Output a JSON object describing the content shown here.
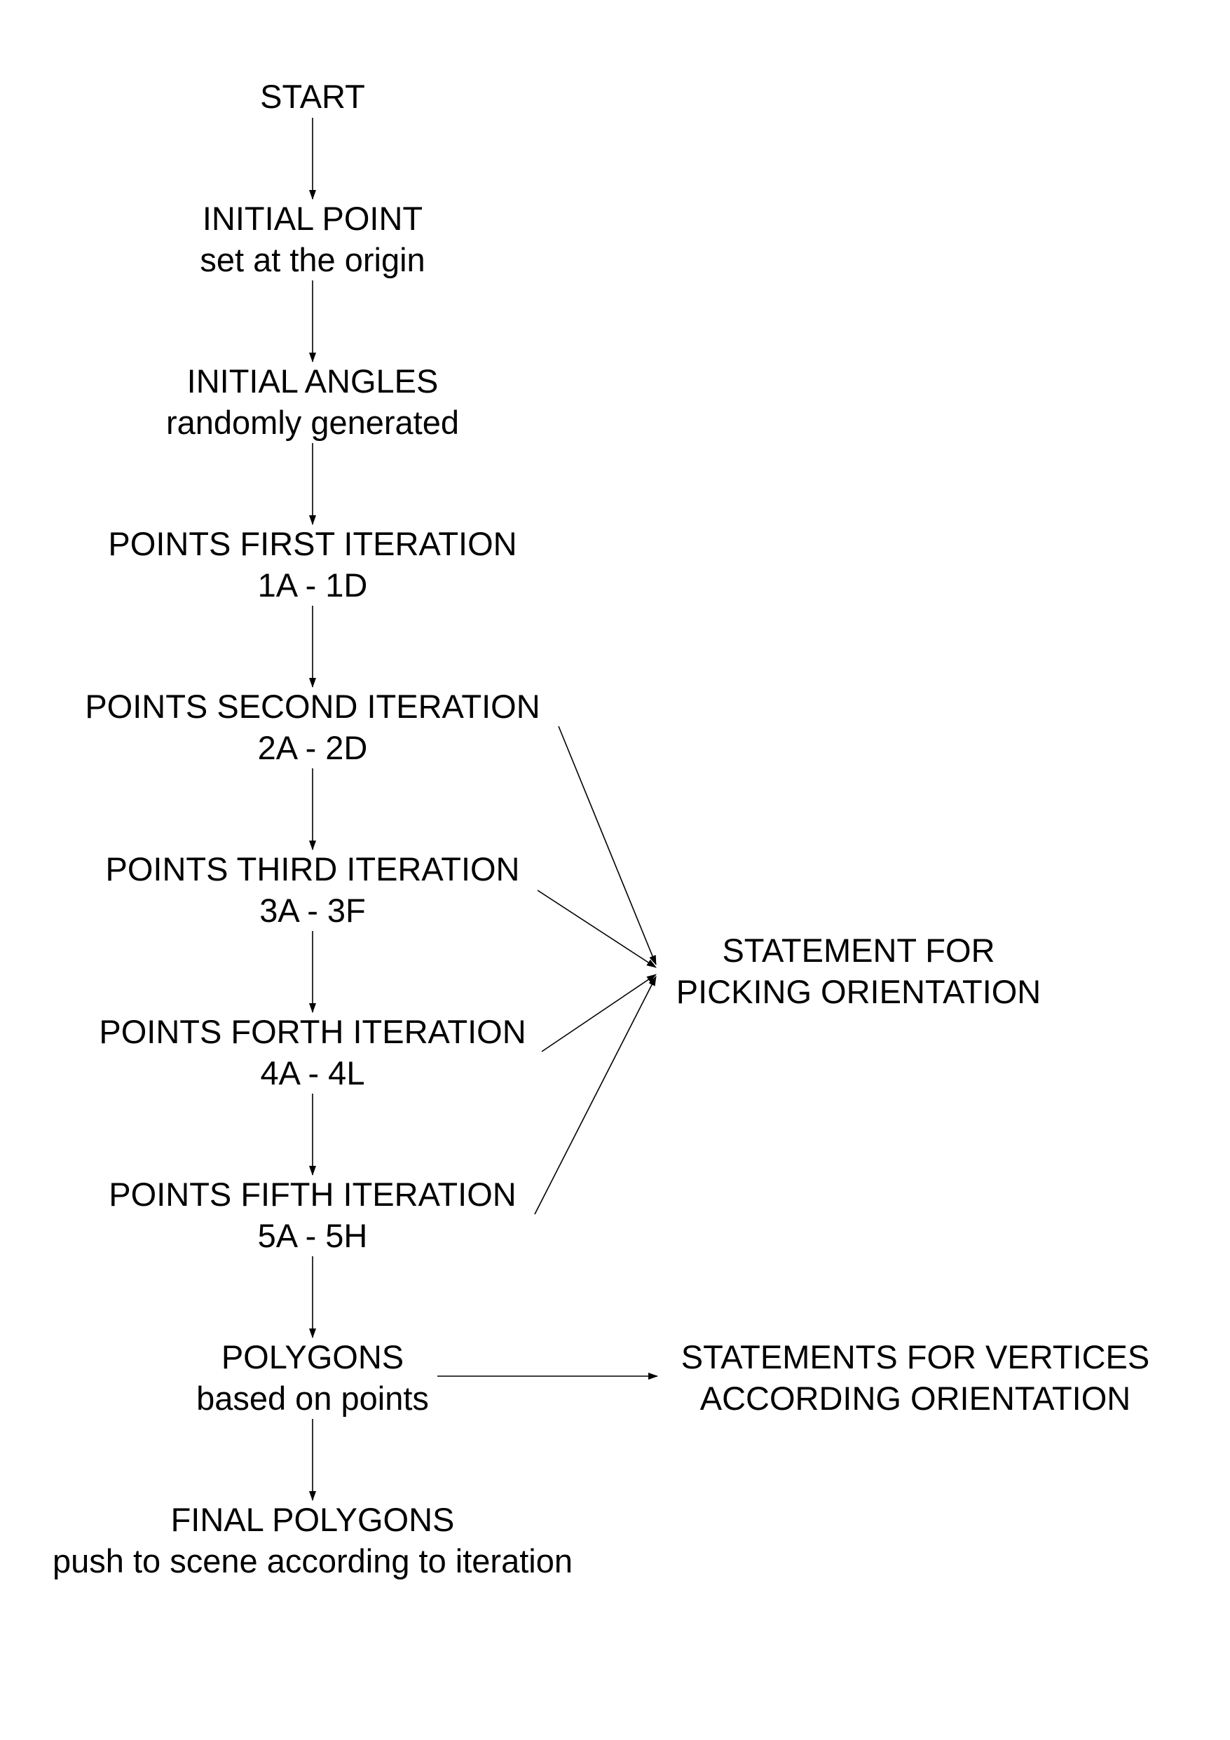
{
  "nodes": {
    "start": {
      "line1": "START"
    },
    "initial_point": {
      "line1": "INITIAL POINT",
      "line2": "set at the origin"
    },
    "initial_angles": {
      "line1": "INITIAL ANGLES",
      "line2": "randomly generated"
    },
    "points_first": {
      "line1": "POINTS FIRST ITERATION",
      "line2": "1A - 1D"
    },
    "points_second": {
      "line1": "POINTS SECOND ITERATION",
      "line2": "2A - 2D"
    },
    "points_third": {
      "line1": "POINTS THIRD ITERATION",
      "line2": "3A - 3F"
    },
    "points_forth": {
      "line1": "POINTS FORTH ITERATION",
      "line2": "4A - 4L"
    },
    "points_fifth": {
      "line1": "POINTS FIFTH ITERATION",
      "line2": "5A - 5H"
    },
    "polygons": {
      "line1": "POLYGONS",
      "line2": "based on points"
    },
    "final_polygons": {
      "line1": "FINAL POLYGONS",
      "line2": "push to scene according to iteration"
    },
    "picking_orientation": {
      "line1": "STATEMENT FOR",
      "line2": "PICKING ORIENTATION"
    },
    "vertices_orientation": {
      "line1": "STATEMENTS FOR VERTICES",
      "line2": "ACCORDING ORIENTATION"
    }
  },
  "edges": [
    {
      "from": "start",
      "to": "initial_point"
    },
    {
      "from": "initial_point",
      "to": "initial_angles"
    },
    {
      "from": "initial_angles",
      "to": "points_first"
    },
    {
      "from": "points_first",
      "to": "points_second"
    },
    {
      "from": "points_second",
      "to": "points_third"
    },
    {
      "from": "points_third",
      "to": "points_forth"
    },
    {
      "from": "points_forth",
      "to": "points_fifth"
    },
    {
      "from": "points_fifth",
      "to": "polygons"
    },
    {
      "from": "polygons",
      "to": "final_polygons"
    },
    {
      "from": "points_second",
      "to": "picking_orientation"
    },
    {
      "from": "points_third",
      "to": "picking_orientation"
    },
    {
      "from": "points_forth",
      "to": "picking_orientation"
    },
    {
      "from": "points_fifth",
      "to": "picking_orientation"
    },
    {
      "from": "polygons",
      "to": "vertices_orientation"
    }
  ]
}
